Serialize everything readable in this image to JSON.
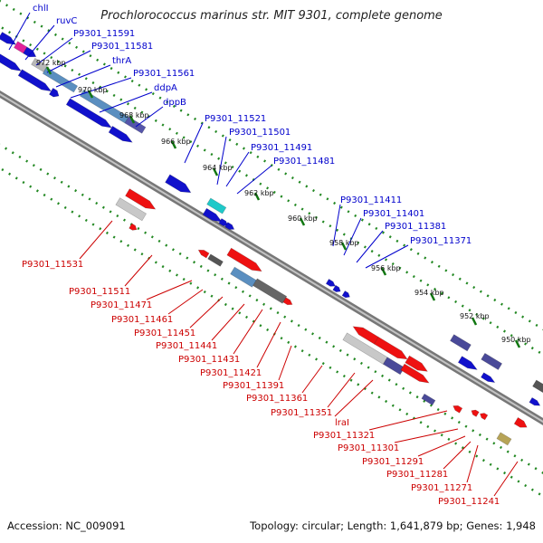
{
  "title": "Prochlorococcus marinus str. MIT 9301, complete genome",
  "footer": {
    "accession": "Accession: NC_009091",
    "topology": "Topology: circular; Length: 1,641,879 bp; Genes: 1,948"
  },
  "colors": {
    "forward_label": "#0000cc",
    "reverse_label": "#cc0000",
    "tick": "#008800",
    "backbone": "#888888"
  },
  "scale_ticks": [
    "972 kbp",
    "970 kbp",
    "968 kbp",
    "966 kbp",
    "964 kbp",
    "962 kbp",
    "960 kbp",
    "958 kbp",
    "956 kbp",
    "954 kbp",
    "952 kbp",
    "950 kbp"
  ],
  "forward_genes": [
    "chlI",
    "ruvC",
    "P9301_11591",
    "P9301_11581",
    "thrA",
    "P9301_11561",
    "ddpA",
    "dppB",
    "P9301_11521",
    "P9301_11501",
    "P9301_11491",
    "P9301_11481",
    "P9301_11411",
    "P9301_11401",
    "P9301_11381",
    "P9301_11371"
  ],
  "reverse_genes": [
    "P9301_11531",
    "P9301_11511",
    "P9301_11471",
    "P9301_11461",
    "P9301_11451",
    "P9301_11441",
    "P9301_11431",
    "P9301_11421",
    "P9301_11391",
    "P9301_11361",
    "P9301_11351",
    "lraI",
    "P9301_11321",
    "P9301_11301",
    "P9301_11291",
    "P9301_11281",
    "P9301_11271",
    "P9301_11241"
  ]
}
